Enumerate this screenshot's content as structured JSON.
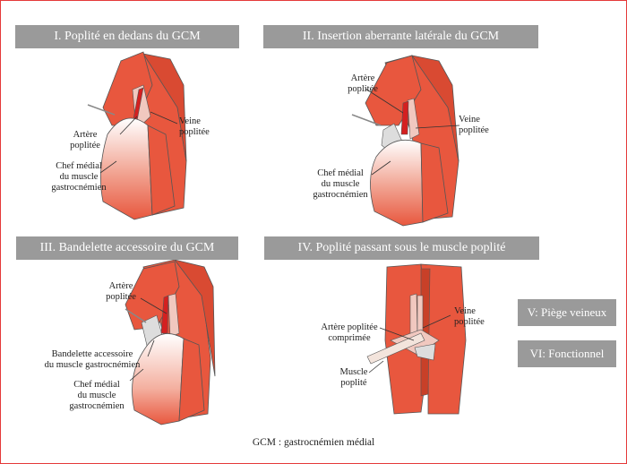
{
  "panels": [
    {
      "title": "I. Poplité en dedans du GCM",
      "labels": {
        "artery": "Artère\npoplitée",
        "vein": "Veine\npoplitée",
        "head": "Chef médial\ndu muscle\ngastrocnémien"
      }
    },
    {
      "title": "II. Insertion aberrante latérale du GCM",
      "labels": {
        "artery": "Artère\npoplitée",
        "vein": "Veine\npoplitée",
        "head": "Chef médial\ndu muscle\ngastrocnémien"
      }
    },
    {
      "title": "III. Bandelette accessoire du GCM",
      "labels": {
        "artery": "Artère\npoplitée",
        "band": "Bandelette accessoire\ndu muscle gastrocnémien",
        "head": "Chef médial\ndu muscle\ngastrocnémien"
      }
    },
    {
      "title": "IV. Poplité passant sous le muscle poplité",
      "labels": {
        "artery": "Artère poplitée\ncomprimée",
        "vein": "Veine\npoplitée",
        "muscle": "Muscle\npoplité"
      }
    }
  ],
  "side_buttons": [
    "V: Piège veineux",
    "VI: Fonctionnel"
  ],
  "footer": "GCM : gastrocnémien médial",
  "colors": {
    "muscle": "#e8573e",
    "muscle_dark": "#c84028",
    "artery": "#d42020",
    "vein": "#f1c8bf",
    "header": "#9a9a9a",
    "frame": "#e53a3a"
  }
}
